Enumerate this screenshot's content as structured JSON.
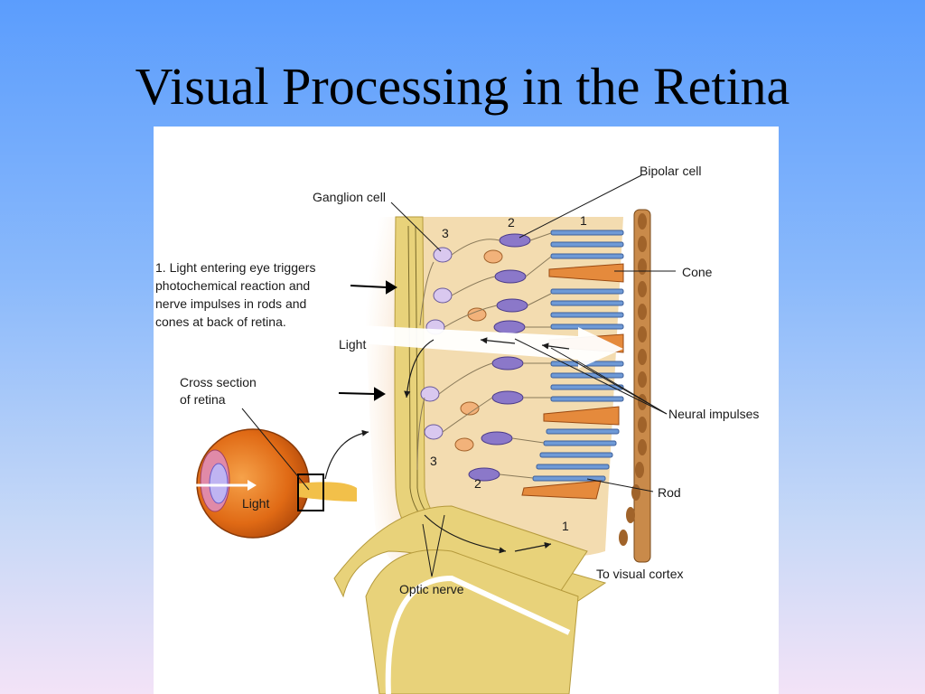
{
  "slide": {
    "title": "Visual Processing in the Retina"
  },
  "figure": {
    "labels": {
      "ganglion_cell": "Ganglion cell",
      "bipolar_cell": "Bipolar cell",
      "cone": "Cone",
      "rod": "Rod",
      "neural_impulses": "Neural impulses",
      "light_top": "Light",
      "light_eye": "Light",
      "cross_section_line1": "Cross section",
      "cross_section_line2": "of retina",
      "optic_nerve": "Optic nerve",
      "to_visual_cortex": "To visual cortex",
      "caption": [
        "1. Light entering eye triggers",
        "photochemical reaction and",
        "nerve impulses in rods and",
        "cones at back of retina."
      ]
    },
    "layer_numbers": {
      "top": [
        "3",
        "2",
        "1"
      ],
      "bottom": [
        "3",
        "2",
        "1"
      ]
    },
    "colors": {
      "nerve_fiber": "#e8d27a",
      "retina_bg": "#f3dcb0",
      "bipolar": "#8b78c9",
      "ganglion": "#d9c8ef",
      "amacrine": "#f2b27a",
      "cone": "#e58a3c",
      "rod": "#6f9ad6",
      "pigment": "#c98a4a",
      "eye_orange": "#e8701e"
    }
  }
}
